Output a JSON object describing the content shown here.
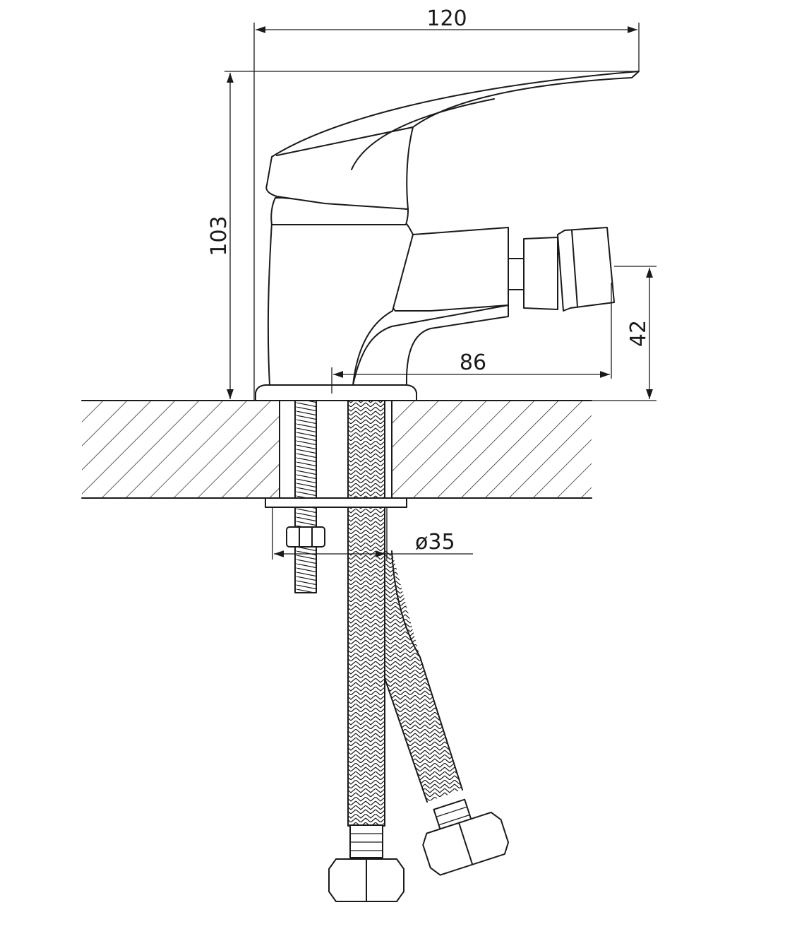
{
  "dimensions": {
    "width": "120",
    "height": "103",
    "spout_height": "42",
    "spout_reach": "86",
    "hole_diameter": "ø35"
  },
  "colors": {
    "line": "#1a1a1a",
    "background": "#ffffff"
  }
}
